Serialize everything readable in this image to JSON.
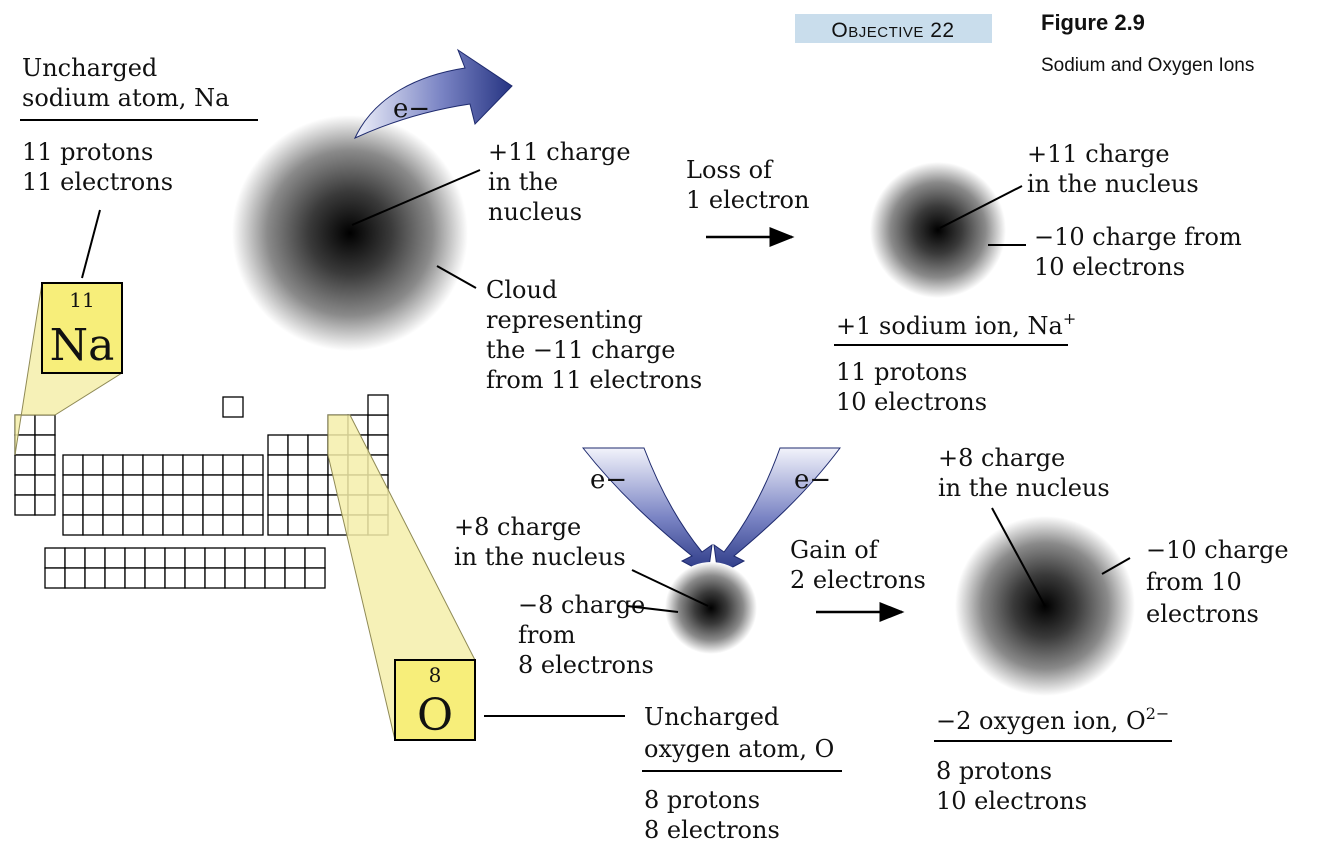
{
  "figure": {
    "objective_label": "Objective 22",
    "number": "Figure 2.9",
    "caption": "Sodium and Oxygen Ions"
  },
  "sodium_atom": {
    "title": "Uncharged sodium atom, Na",
    "protons": "11 protons",
    "electrons": "11 electrons",
    "electron_symbol": "e−",
    "nucleus_label": [
      "+11 charge",
      "in the",
      "nucleus"
    ],
    "cloud_label": [
      "Cloud",
      "representing",
      "the −11 charge",
      "from 11 electrons"
    ]
  },
  "sodium_element": {
    "number": "11",
    "symbol": "Na"
  },
  "sodium_change": {
    "label": [
      "Loss of",
      "1 electron"
    ]
  },
  "sodium_ion": {
    "nucleus_label": [
      "+11 charge",
      "in the nucleus"
    ],
    "electron_label": [
      "−10 charge from",
      "10 electrons"
    ],
    "title": "+1 sodium ion, Na",
    "title_sup": "+",
    "protons": "11 protons",
    "electrons": "10 electrons"
  },
  "oxygen_atom": {
    "electron_symbol_left": "e−",
    "electron_symbol_right": "e−",
    "nucleus_label": [
      "+8 charge",
      "in the nucleus"
    ],
    "electron_label": [
      "−8 charge",
      "from",
      "8 electrons"
    ],
    "title": [
      "Uncharged",
      "oxygen atom, O"
    ],
    "protons": "8 protons",
    "electrons": "8 electrons"
  },
  "oxygen_element": {
    "number": "8",
    "symbol": "O"
  },
  "oxygen_change": {
    "label": [
      "Gain of",
      "2 electrons"
    ]
  },
  "oxygen_ion": {
    "nucleus_label": [
      "+8 charge",
      "in the nucleus"
    ],
    "electron_label": [
      "−10 charge",
      "from 10",
      "electrons"
    ],
    "title": "−2 oxygen ion, O",
    "title_sup": "2−",
    "protons": "8 protons",
    "electrons": "10 electrons"
  },
  "colors": {
    "element_box": "#f7ee7a",
    "highlight": "#f4eeaa",
    "arrow_blue": "#2e3c8f",
    "objective_bg": "#c9ddec"
  }
}
